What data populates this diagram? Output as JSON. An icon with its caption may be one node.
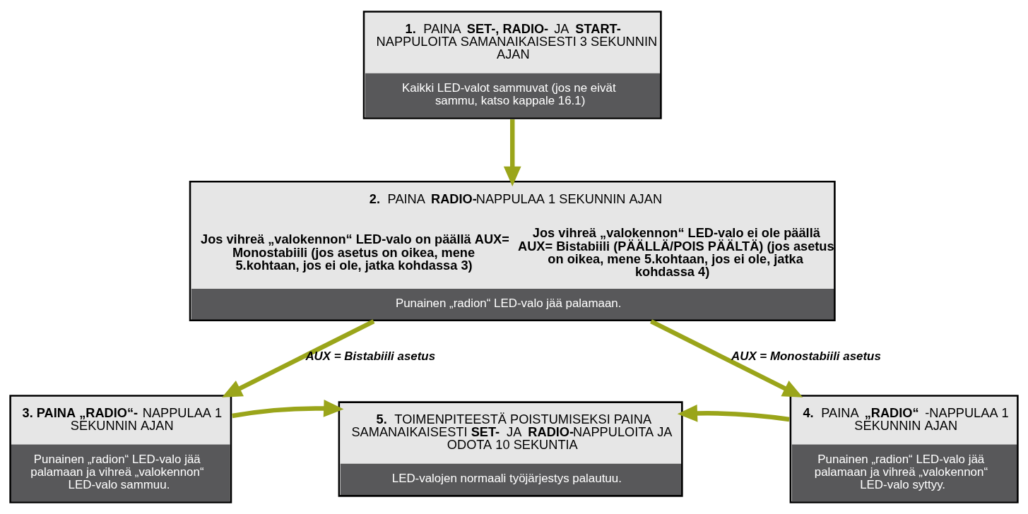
{
  "diagram": {
    "nodes": [
      {
        "text": [
          "**1.** PAINA **SET-, RADIO-** JA **START-**NAPPULOITA SAMANAIKAISESTI 3 SEKUNNIN AJAN",
          "Kaikki LED-valot sammuvat (jos ne eivät sammu, katso kappale 16.1)"
        ]
      },
      {
        "text": [
          "**2.** PAINA **RADIO-**NAPPULAA 1 SEKUNNIN AJAN",
          "Jos vihreä „valokennon“ LED-valo on päällä AUX= Monostabiili (jos asetus on oikea, mene 5.kohtaan, jos ei ole, jatka kohdassa 3)",
          "Jos vihreä „valokennon“ LED-valo ei ole päällä AUX= Bistabiili (PÄÄLLÄ/POIS PÄÄLTÄ) (jos asetus on oikea, mene 5.kohtaan, jos ei ole, jatka kohdassa 4)",
          "Punainen „radion“ LED-valo jää palamaan."
        ]
      },
      {
        "text": [
          "**3. PAINA „RADIO“-** NAPPULAA 1 SEKUNNIN AJAN",
          "Punainen „radion“ LED-valo jää palamaan ja vihreä „valokennon“ LED-valo sammuu."
        ]
      },
      {
        "text": [
          "**5.** TOIMENPITEESTÄ POISTUMISEKSI PAINA SAMANAIKAISESTI **SET-** JA **RADIO-**NAPPULOITA JA ODOTA 10 SEKUNTIA",
          "LED-valojen normaali työjärjestys palautuu."
        ]
      },
      {
        "text": [
          "**4.** PAINA **„RADIO“** -NAPPULAA 1 SEKUNNIN AJAN",
          "Punainen „radion“ LED-valo jää palamaan ja vihreä „valokennon“ LED-valo syttyy."
        ]
      }
    ],
    "edges": [
      {
        "from": 0,
        "to": 1,
        "arrow": "to"
      },
      {
        "from": 1,
        "to": 2,
        "arrow": "to",
        "label": "AUX = Bistabiili asetus"
      },
      {
        "from": 1,
        "to": 4,
        "arrow": "to",
        "label": "AUX = Monostabiili asetus"
      },
      {
        "from": 2,
        "to": 3,
        "arrow": "to"
      },
      {
        "from": 4,
        "to": 3,
        "arrow": "to"
      }
    ]
  }
}
